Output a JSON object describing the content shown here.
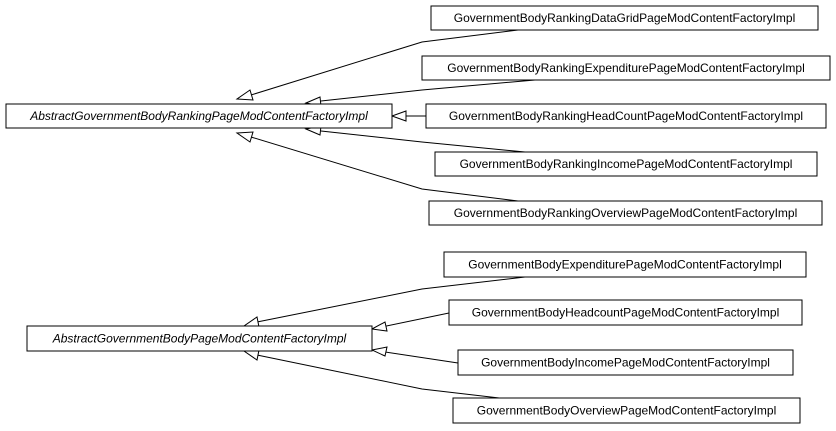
{
  "diagram": {
    "groups": [
      {
        "parent": {
          "label": "AbstractGovernmentBodyRankingPageModContentFactoryImpl",
          "abstract": true
        },
        "children": [
          {
            "label": "GovernmentBodyRankingDataGridPageModContentFactoryImpl"
          },
          {
            "label": "GovernmentBodyRankingExpenditurePageModContentFactoryImpl"
          },
          {
            "label": "GovernmentBodyRankingHeadCountPageModContentFactoryImpl"
          },
          {
            "label": "GovernmentBodyRankingIncomePageModContentFactoryImpl"
          },
          {
            "label": "GovernmentBodyRankingOverviewPageModContentFactoryImpl"
          }
        ]
      },
      {
        "parent": {
          "label": "AbstractGovernmentBodyPageModContentFactoryImpl",
          "abstract": true
        },
        "children": [
          {
            "label": "GovernmentBodyExpenditurePageModContentFactoryImpl"
          },
          {
            "label": "GovernmentBodyHeadcountPageModContentFactoryImpl"
          },
          {
            "label": "GovernmentBodyIncomePageModContentFactoryImpl"
          },
          {
            "label": "GovernmentBodyOverviewPageModContentFactoryImpl"
          }
        ]
      }
    ]
  }
}
